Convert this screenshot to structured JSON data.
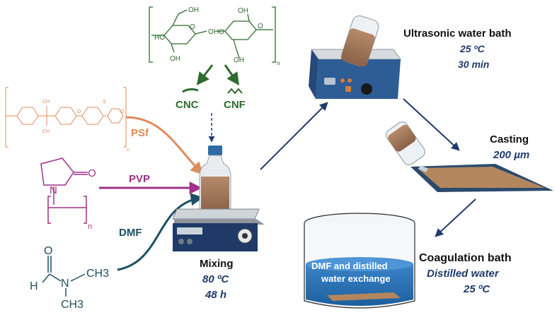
{
  "cellulose": {
    "oh_labels": [
      "OH",
      "HO",
      "OH",
      "HO",
      "OH",
      "OH",
      "O",
      "O",
      "O"
    ],
    "subscript": "n"
  },
  "nanocellulose": {
    "cnc": "CNC",
    "cnf": "CNF"
  },
  "reagents": {
    "psf": "PSf",
    "pvp": "PVP",
    "dmf": "DMF",
    "pvp_o": "O",
    "pvp_n": "N",
    "pvp_sub": "n",
    "psf_sub": "n",
    "dmf_o": "O",
    "dmf_h": "H",
    "dmf_n": "N",
    "dmf_ch3_right": "CH3",
    "dmf_ch3_bottom": "CH3"
  },
  "steps": {
    "mixing": {
      "title": "Mixing",
      "line1": "80 ºC",
      "line2": "48 h"
    },
    "ultrasonic": {
      "title": "Ultrasonic water bath",
      "line1": "25 ºC",
      "line2": "30 min"
    },
    "casting": {
      "title": "Casting",
      "line1": "200 µm"
    },
    "coagulation": {
      "title": "Coagulation bath",
      "line1": "Distilled water",
      "line2": "25 ºC"
    },
    "bath_inner": {
      "line1": "DMF and distilled",
      "line2": "water exchange"
    }
  },
  "colors": {
    "navy": "#1f3a6b",
    "green": "#2e6b2e",
    "psf_orange": "#e08a5a",
    "pvp_purple": "#a0308a",
    "dmf_teal": "#1e4f63",
    "solution_brown": "#a0775a"
  }
}
